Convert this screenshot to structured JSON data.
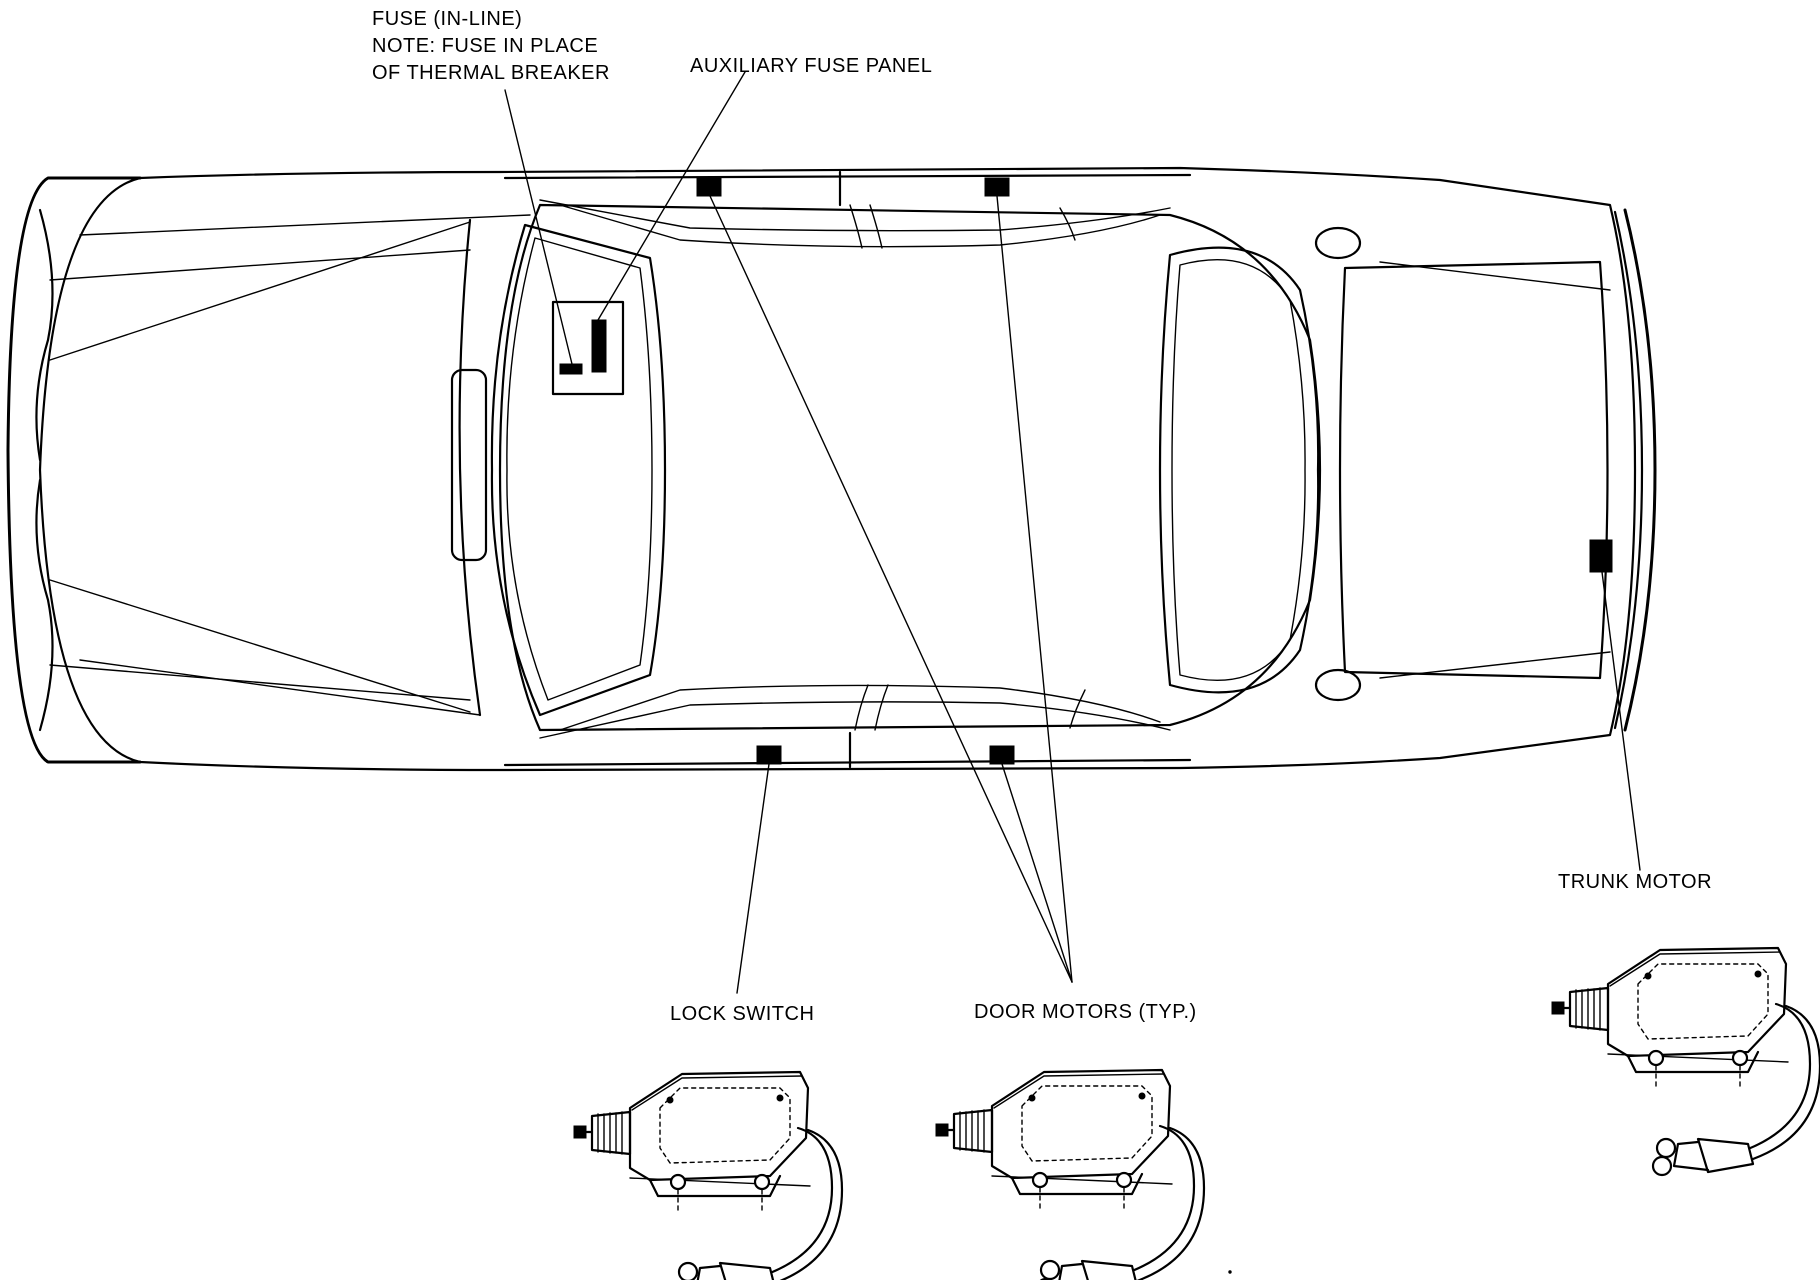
{
  "labels": {
    "fuse_line1": "FUSE (IN-LINE)",
    "fuse_line2": "NOTE:  FUSE IN PLACE",
    "fuse_line3": "OF THERMAL BREAKER",
    "aux_fuse_panel": "AUXILIARY FUSE PANEL",
    "trunk_motor": "TRUNK MOTOR",
    "lock_switch": "LOCK SWITCH",
    "door_motors": "DOOR MOTORS (TYP.)"
  },
  "colors": {
    "ink": "#000000",
    "paper": "#ffffff"
  }
}
